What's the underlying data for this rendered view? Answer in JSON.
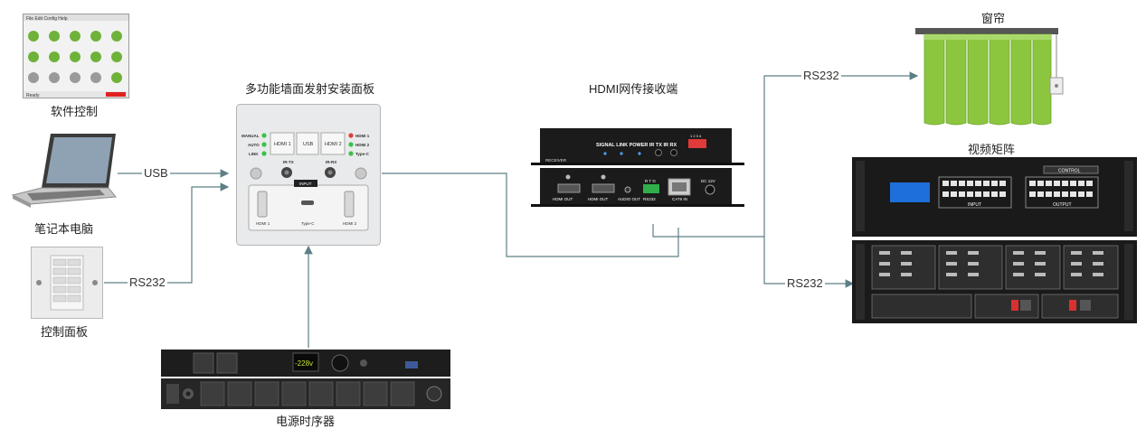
{
  "nodes": {
    "software": {
      "label": "软件控制",
      "window_menu": "File Edit Config Help",
      "footer": "Ready"
    },
    "laptop": {
      "label": "笔记本电脑"
    },
    "control_panel": {
      "label": "控制面板"
    },
    "wall_panel": {
      "label": "多功能墙面发射安装面板",
      "modes": [
        "MANUAL",
        "AUTO",
        "LINK"
      ],
      "buttons": [
        "HDMI 1",
        "USB",
        "HDMI 2"
      ],
      "indicators": [
        "HDMI 1",
        "HDMI 2",
        "Type-C"
      ],
      "ir_tx": "IR-TX",
      "ir_rx": "IR-RX",
      "input_tab": "INPUT",
      "ports": [
        "HDMI 1",
        "Type-C",
        "HDMI 2"
      ]
    },
    "power_sequencer": {
      "label": "电源时序器",
      "display": "-228v"
    },
    "hdmi_receiver": {
      "label": "HDMI网传接收端",
      "top_labels": "SIGNAL LINK POWER IR TX  IR RX",
      "receiver": "RECEIVER",
      "ports": [
        "HDMI OUT",
        "HDMI OUT",
        "AUDIO OUT",
        "RS232",
        "CAT6 IN",
        "DC 12V"
      ],
      "rs232_pins": "R T G",
      "dip": "1 2 3 4"
    },
    "curtain": {
      "label": "窗帘"
    },
    "matrix": {
      "label": "视频矩阵",
      "control": "CONTROL",
      "input": "INPUT",
      "output": "OUTPUT"
    }
  },
  "edges": {
    "usb": "USB",
    "rs232_panel": "RS232",
    "rs232_curtain": "RS232",
    "rs232_matrix": "RS232"
  },
  "colors": {
    "line": "#5d7f86",
    "led_green": "#39c24a",
    "led_red": "#e23b3b",
    "curtain": "#8cc63f"
  }
}
